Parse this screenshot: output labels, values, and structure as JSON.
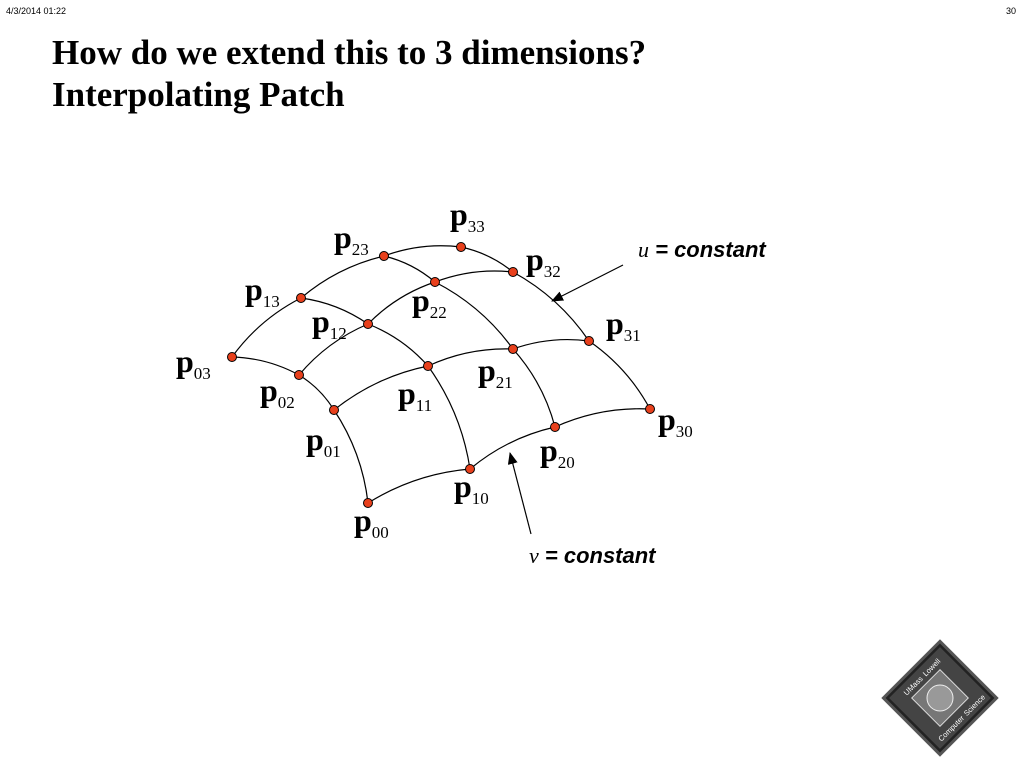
{
  "header": {
    "date": "4/3/2014  01:22",
    "page_number": "30"
  },
  "title": {
    "line1": "How do we extend this to 3 dimensions?",
    "line2": "Interpolating Patch"
  },
  "points": [
    {
      "id": "00",
      "prefix": "p",
      "sub": "00"
    },
    {
      "id": "01",
      "prefix": "p",
      "sub": "01"
    },
    {
      "id": "02",
      "prefix": "p",
      "sub": "02"
    },
    {
      "id": "03",
      "prefix": "p",
      "sub": "03"
    },
    {
      "id": "10",
      "prefix": "p",
      "sub": "10"
    },
    {
      "id": "11",
      "prefix": "p",
      "sub": "11"
    },
    {
      "id": "12",
      "prefix": "p",
      "sub": "12"
    },
    {
      "id": "13",
      "prefix": "p",
      "sub": "13"
    },
    {
      "id": "20",
      "prefix": "p",
      "sub": "20"
    },
    {
      "id": "21",
      "prefix": "p",
      "sub": "21"
    },
    {
      "id": "22",
      "prefix": "p",
      "sub": "22"
    },
    {
      "id": "23",
      "prefix": "p",
      "sub": "23"
    },
    {
      "id": "30",
      "prefix": "p",
      "sub": "30"
    },
    {
      "id": "31",
      "prefix": "p",
      "sub": "31"
    },
    {
      "id": "32",
      "prefix": "p",
      "sub": "32"
    },
    {
      "id": "33",
      "prefix": "p",
      "sub": "33"
    }
  ],
  "annotations": {
    "u_constant": {
      "var": "u",
      "text": " = constant"
    },
    "v_constant": {
      "var": "v",
      "text": " = constant"
    }
  },
  "logo": {
    "texts": [
      "UMass",
      "Lowell",
      "Computer",
      "Science"
    ]
  },
  "colors": {
    "point_fill": "#e8401c",
    "line": "#000000"
  }
}
